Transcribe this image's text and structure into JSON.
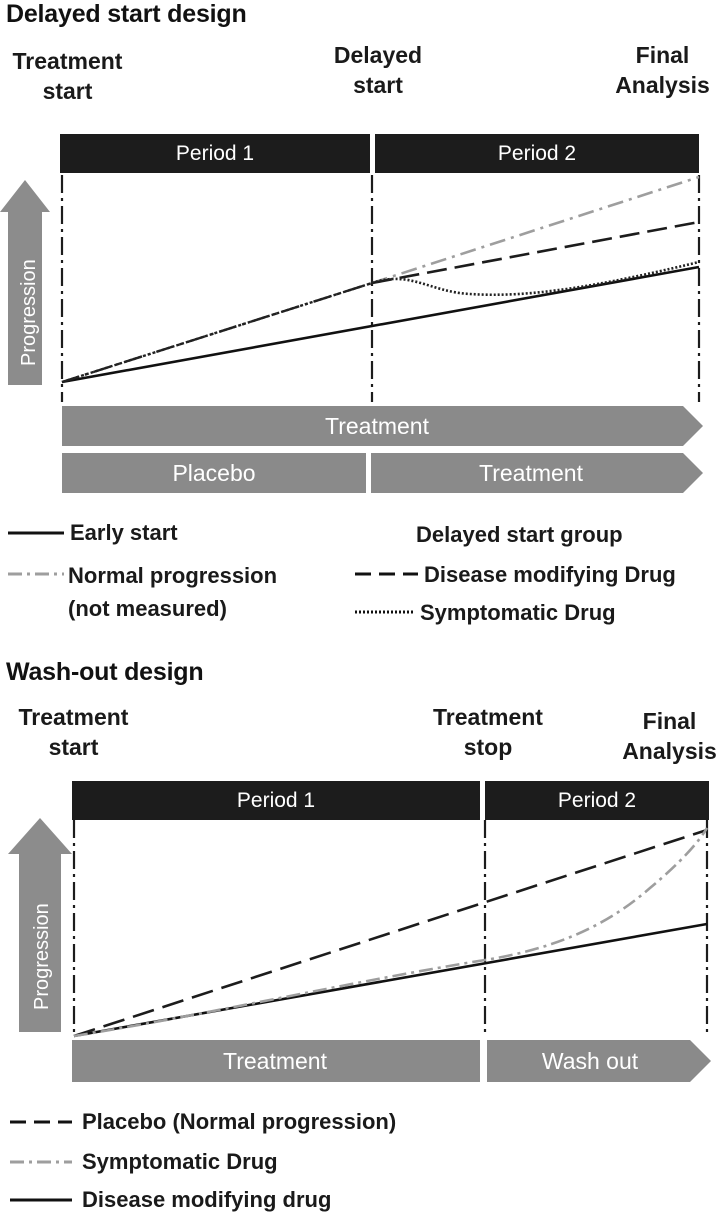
{
  "delayed": {
    "title": "Delayed start design",
    "treatment_start": "Treatment\nstart",
    "delayed_start": "Delayed\nstart",
    "final_analysis": "Final\nAnalysis",
    "period1": "Period 1",
    "period2": "Period 2",
    "axis_label": "Progression",
    "bar_treatment": "Treatment",
    "bar_placebo": "Placebo",
    "bar_treatment2": "Treatment",
    "legend": {
      "early_start": "Early start",
      "normal_progression": "Normal progression\n(not measured)",
      "group_heading": "Delayed start group",
      "disease_modifying": "Disease modifying Drug",
      "symptomatic": "Symptomatic Drug"
    }
  },
  "washout": {
    "title": "Wash-out design",
    "treatment_start": "Treatment\nstart",
    "treatment_stop": "Treatment\nstop",
    "final_analysis": "Final\nAnalysis",
    "period1": "Period 1",
    "period2": "Period 2",
    "axis_label": "Progression",
    "bar_treatment": "Treatment",
    "bar_washout": "Wash out",
    "legend": {
      "placebo": "Placebo (Normal progression)",
      "symptomatic": "Symptomatic Drug",
      "disease_modifying": "Disease modifying drug"
    }
  },
  "colors": {
    "dark": "#1c1c1c",
    "arrow_gray": "#8c8c8c",
    "bar_gray": "#8a8a8a",
    "light_line": "#9e9e9e"
  }
}
